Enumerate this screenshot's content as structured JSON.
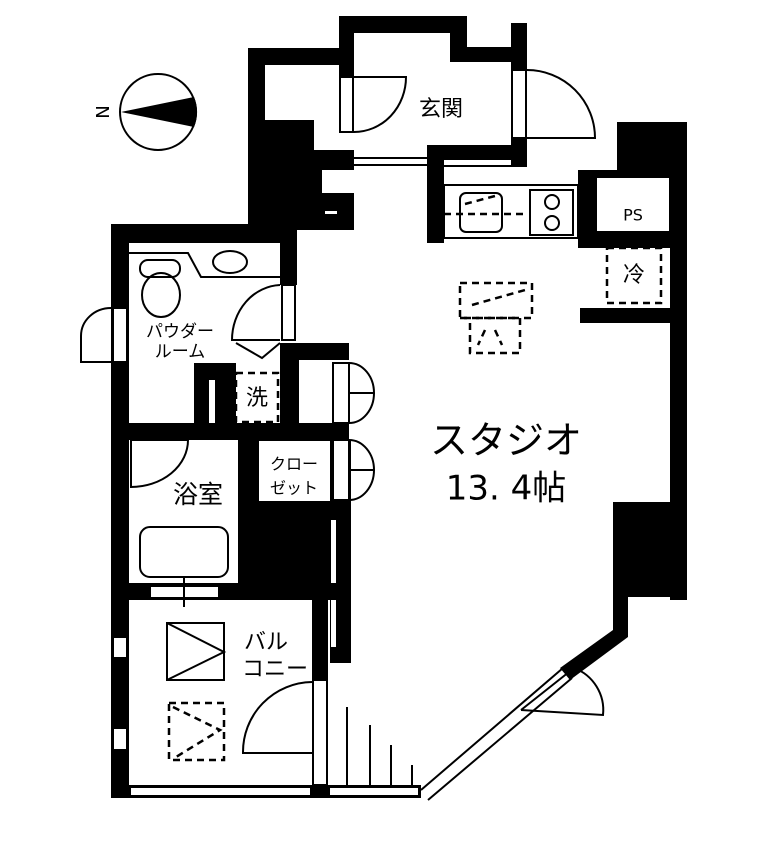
{
  "compass": {
    "north_label": "N"
  },
  "rooms": {
    "entrance": "玄関",
    "pipe_space": "PS",
    "fridge": "冷",
    "washer": "洗",
    "powder_room_line1": "パウダー",
    "powder_room_line2": "ルーム",
    "bathroom": "浴室",
    "closet_line1": "クロー",
    "closet_line2": "ゼット",
    "balcony_line1": "バル",
    "balcony_line2": "コニー",
    "studio": "スタジオ",
    "studio_size": "13. 4帖"
  }
}
